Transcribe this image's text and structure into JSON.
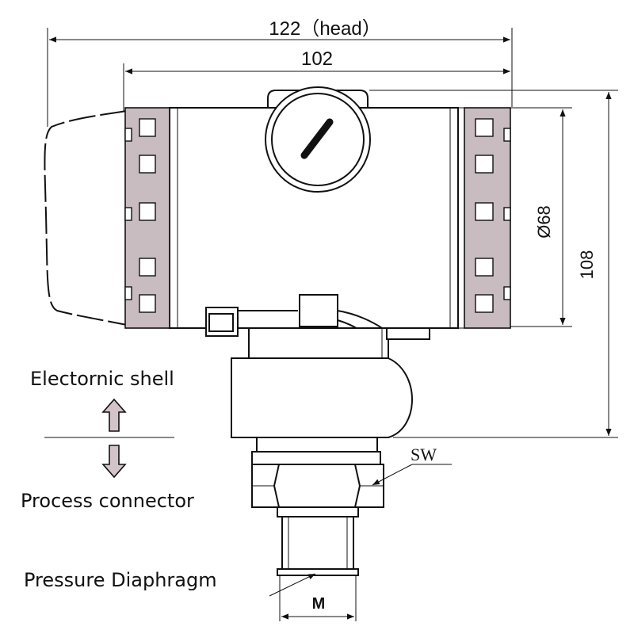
{
  "dimensions": {
    "head_width": "122（head）",
    "body_width": "102",
    "diameter": "Ø68",
    "height": "108",
    "wrench_size": "SW",
    "thread": "M"
  },
  "labels": {
    "electronic_shell": "Electornic shell",
    "process_connector": "Process connector",
    "pressure_diaphragm": "Pressure Diaphragm"
  },
  "colors": {
    "band_fill": "#c8bcc0",
    "arrow_fill": "#d2c4c8",
    "line": "#111111"
  }
}
